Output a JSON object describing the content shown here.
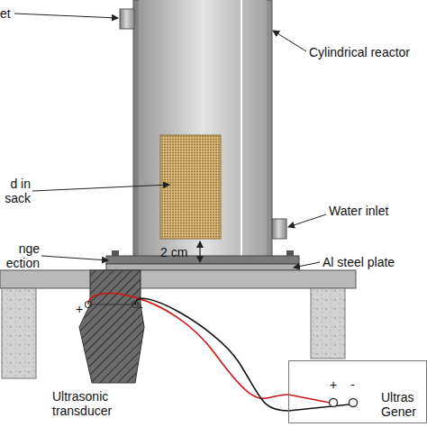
{
  "diagram": {
    "nodes": [
      {
        "text": [
          "+",
          "-"
        ]
      },
      {
        "text": [
          "+",
          "-",
          "Ultras Gener"
        ]
      }
    ],
    "edges": [
      {
        "from": 0,
        "to": 1,
        "arrow": "none"
      },
      {
        "from": 0,
        "to": 1,
        "arrow": "none"
      }
    ],
    "labels": [
      "et",
      "Cylindrical reactor",
      "d in sack",
      "Water inlet",
      "2 cm",
      "Al steel plate",
      "nge ection",
      "Ultrasonic transducer"
    ]
  }
}
